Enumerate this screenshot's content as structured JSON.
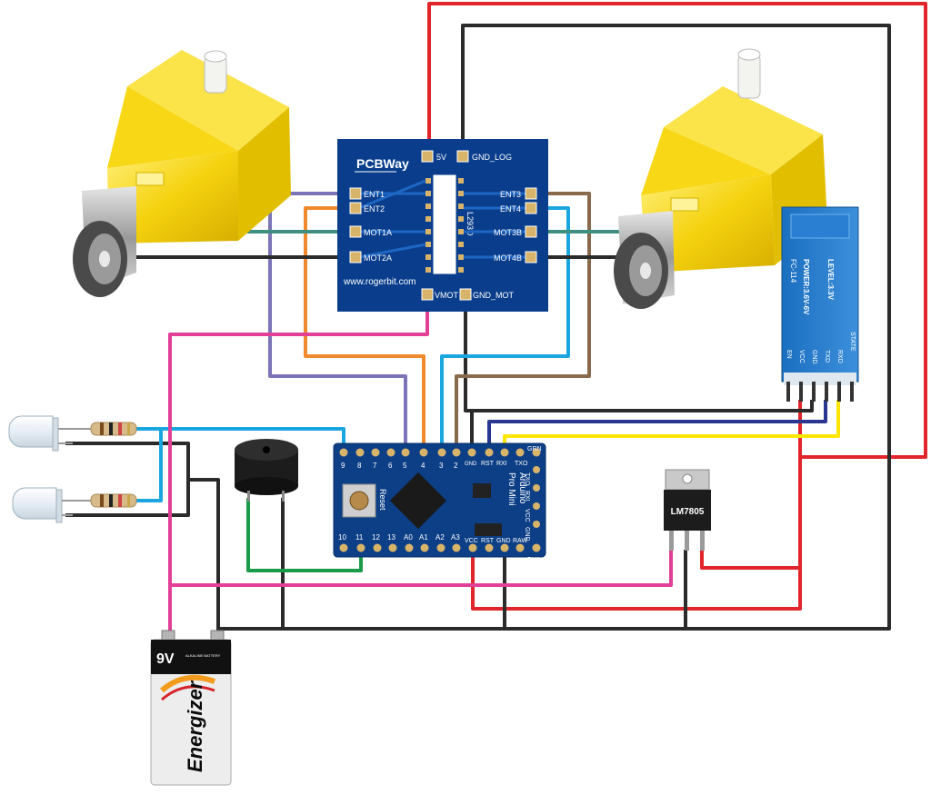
{
  "driver_board": {
    "brand": "PCBWay",
    "url": "www.rogerbit.com",
    "chip": "L293D",
    "pins": {
      "v5": "5V",
      "gnd_log": "GND_LOG",
      "ent1": "ENT1",
      "ent2": "ENT2",
      "mot1a": "MOT1A",
      "mot2a": "MOT2A",
      "ent3": "ENT3",
      "ent4": "ENT4",
      "mot3b": "MOT3B",
      "mot4b": "MOT4B",
      "vmot": "VMOT",
      "gnd_mot": "GND_MOT"
    }
  },
  "arduino": {
    "name": "Arduino",
    "model": "Pro Mini",
    "reset": "Reset",
    "top_pins": [
      "9",
      "8",
      "7",
      "6",
      "5",
      "4",
      "3",
      "2",
      "GND",
      "RST",
      "RXI",
      "TXO"
    ],
    "grn": "GRN",
    "blk": "BLK",
    "bottom_pins": [
      "10",
      "11",
      "12",
      "13",
      "A0",
      "A1",
      "A2",
      "A3",
      "VCC",
      "RST",
      "GND",
      "RAW"
    ],
    "right_pins": [
      "TXO",
      "RXI",
      "VCC",
      "GND"
    ]
  },
  "bluetooth": {
    "model": "FC-114",
    "power": "POWER:3.6V-6V",
    "level": "LEVEL:3.3V",
    "pins": [
      "EN",
      "VCC",
      "GND",
      "TXD",
      "RXD",
      "STATE"
    ]
  },
  "regulator": {
    "label": "LM7805"
  },
  "battery": {
    "voltage": "9V",
    "type": "ALKALINE BATTERY",
    "brand": "Energizer"
  },
  "colors": {
    "red": "#e0262a",
    "black": "#2b2b2b",
    "blue": "#1ba6e0",
    "orange": "#f08a2c",
    "purple": "#7b74b6",
    "brown": "#8a6a4c",
    "pink": "#e23f96",
    "green": "#1a9b4a",
    "teal": "#3f8f80",
    "navy": "#2a3790",
    "yellow": "#ffe600",
    "pcb_blue": "#0a3e8c",
    "motor_yellow": "#f7d716"
  }
}
